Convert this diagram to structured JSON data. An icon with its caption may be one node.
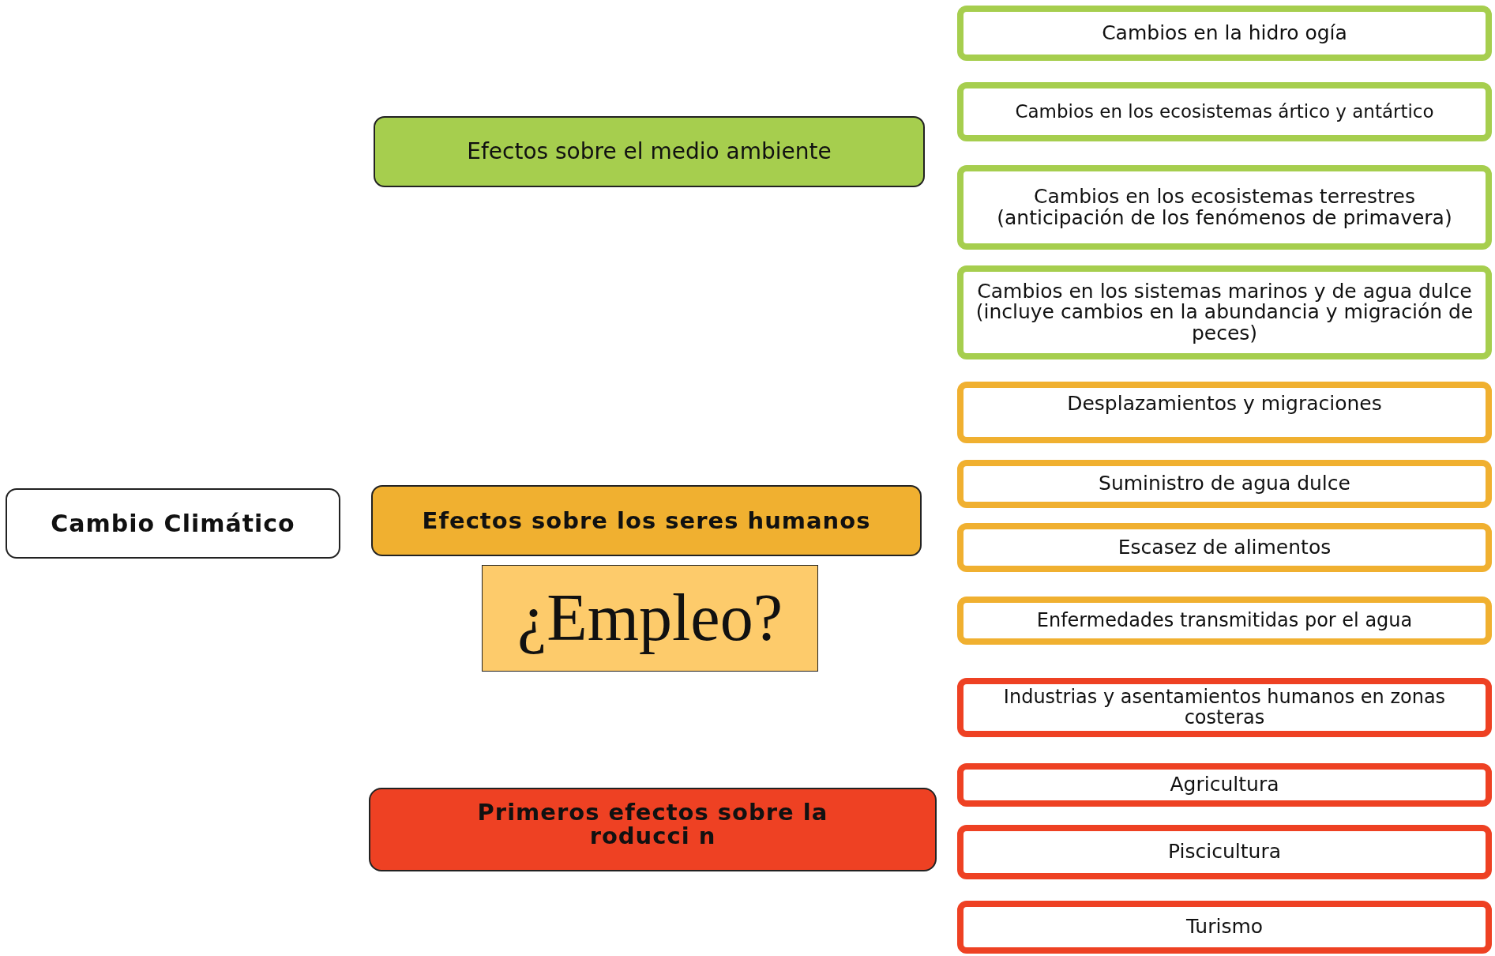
{
  "diagram": {
    "nodes": [
      {
        "text": [
          "Cambio Climático"
        ]
      },
      {
        "text": [
          "Efectos sobre el medio ambiente"
        ]
      },
      {
        "text": [
          "Efectos sobre los seres humanos"
        ]
      },
      {
        "text": [
          "¿Empleo?"
        ]
      },
      {
        "text": [
          "Primeros efectos sobre la roducci n"
        ]
      },
      {
        "text": [
          "Cambios en la hidro ogía"
        ]
      },
      {
        "text": [
          "Cambios en los ecosistemas ártico y antártico"
        ]
      },
      {
        "text": [
          "Cambios en los ecosistemas terrestres (anticipación de los fenómenos de primavera)"
        ]
      },
      {
        "text": [
          "Cambios en los sistemas marinos y de agua dulce (incluye cambios en la abundancia y migración de peces)"
        ]
      },
      {
        "text": [
          "Desplazamientos y migraciones"
        ]
      },
      {
        "text": [
          "Suministro de agua dulce"
        ]
      },
      {
        "text": [
          "Escasez de alimentos"
        ]
      },
      {
        "text": [
          "Enfermedades transmitidas por el agua"
        ]
      },
      {
        "text": [
          "Industrias y asentamientos humanos en zonas costeras"
        ]
      },
      {
        "text": [
          "Agricultura"
        ]
      },
      {
        "text": [
          "Piscicultura"
        ]
      },
      {
        "text": [
          "Turismo"
        ]
      }
    ]
  }
}
